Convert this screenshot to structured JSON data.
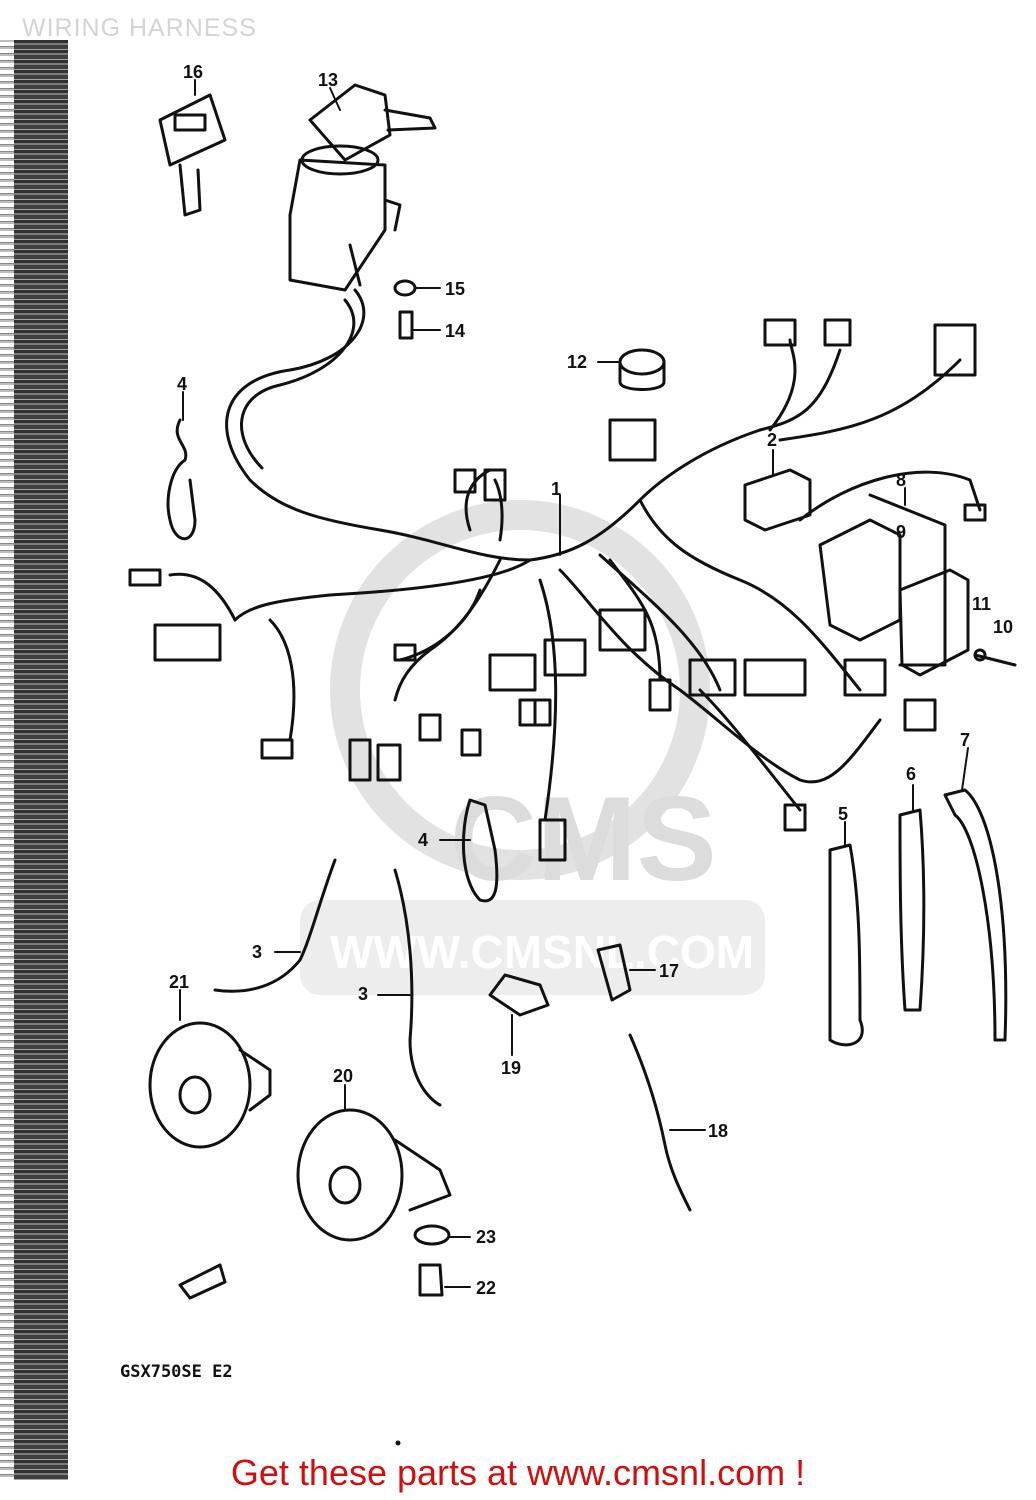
{
  "title": "WIRING HARNESS",
  "model_code": "GSX750SE  E2",
  "watermark": {
    "brand": "CMS",
    "url": "WWW.CMSNL.COM"
  },
  "footer": "Get these parts at www.cmsnl.com !",
  "callouts": [
    "1",
    "2",
    "3",
    "3",
    "4",
    "4",
    "5",
    "6",
    "7",
    "8",
    "9",
    "10",
    "11",
    "12",
    "13",
    "14",
    "15",
    "16",
    "17",
    "18",
    "19",
    "20",
    "21",
    "22",
    "23"
  ],
  "colors": {
    "footer_text": "#d20f0f",
    "line_art": "#111111",
    "watermark": "#dcdcdc"
  }
}
